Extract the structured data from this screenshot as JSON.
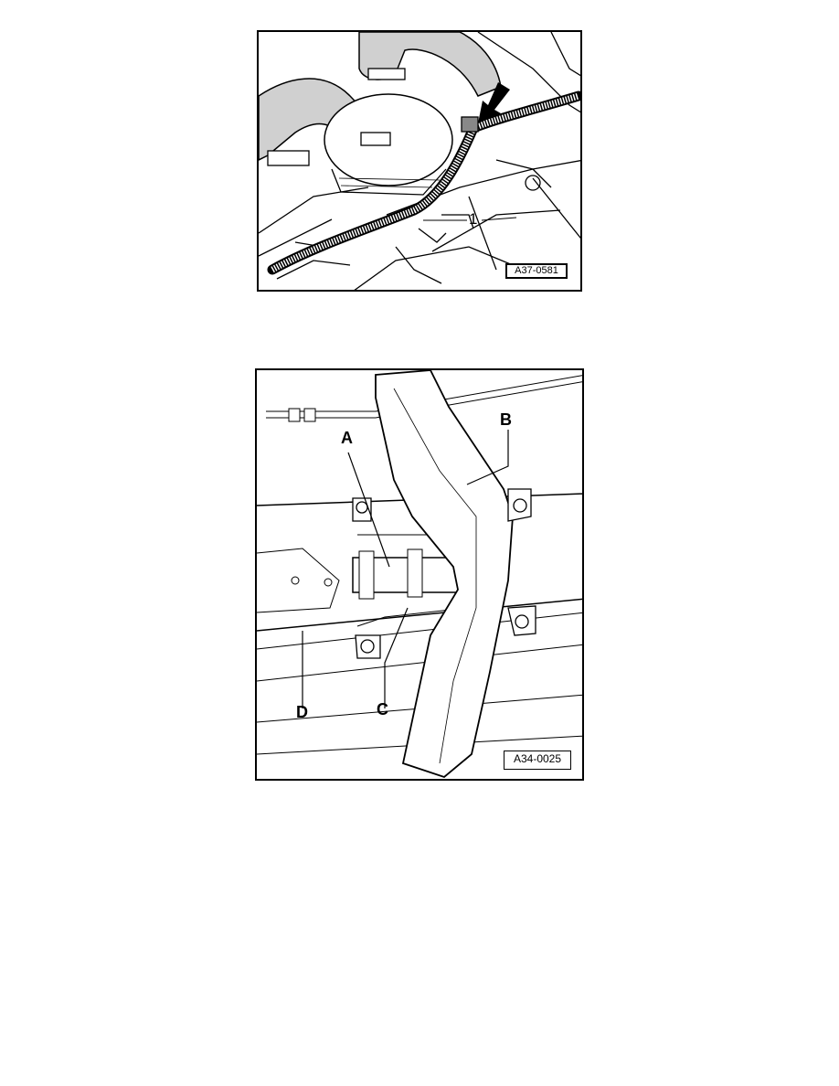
{
  "figures": [
    {
      "id": "fig1",
      "reference": "A37-0581",
      "callouts": [
        {
          "label": "1"
        }
      ],
      "has_arrow": true
    },
    {
      "id": "fig2",
      "reference": "A34-0025",
      "callouts": [
        {
          "label": "A"
        },
        {
          "label": "B"
        },
        {
          "label": "C"
        },
        {
          "label": "D"
        }
      ]
    }
  ]
}
